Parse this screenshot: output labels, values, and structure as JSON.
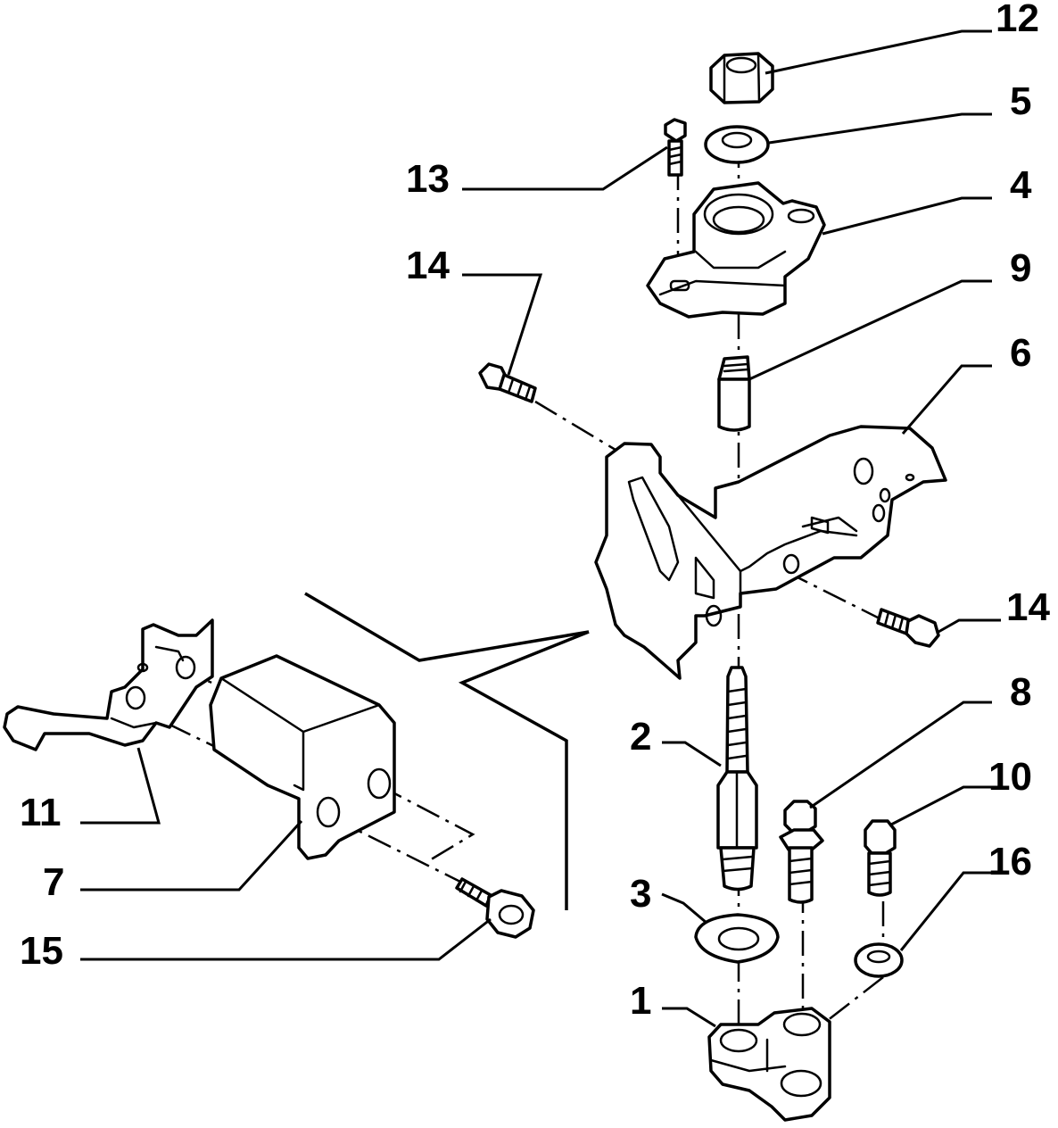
{
  "callouts": [
    {
      "id": "c12",
      "text": "12",
      "part": "nut"
    },
    {
      "id": "c5",
      "text": "5",
      "part": "washer"
    },
    {
      "id": "c13",
      "text": "13",
      "part": "bolt"
    },
    {
      "id": "c4",
      "text": "4",
      "part": "engine-mount"
    },
    {
      "id": "c14a",
      "text": "14",
      "part": "bolt"
    },
    {
      "id": "c9",
      "text": "9",
      "part": "spacer"
    },
    {
      "id": "c6",
      "text": "6",
      "part": "bracket"
    },
    {
      "id": "c14b",
      "text": "14",
      "part": "bolt"
    },
    {
      "id": "c8",
      "text": "8",
      "part": "bolt"
    },
    {
      "id": "c2",
      "text": "2",
      "part": "stud"
    },
    {
      "id": "c10",
      "text": "10",
      "part": "bolt"
    },
    {
      "id": "c16",
      "text": "16",
      "part": "washer"
    },
    {
      "id": "c3",
      "text": "3",
      "part": "washer"
    },
    {
      "id": "c1",
      "text": "1",
      "part": "support"
    },
    {
      "id": "c11",
      "text": "11",
      "part": "bracket"
    },
    {
      "id": "c7",
      "text": "7",
      "part": "damper"
    },
    {
      "id": "c15",
      "text": "15",
      "part": "bolt"
    }
  ]
}
